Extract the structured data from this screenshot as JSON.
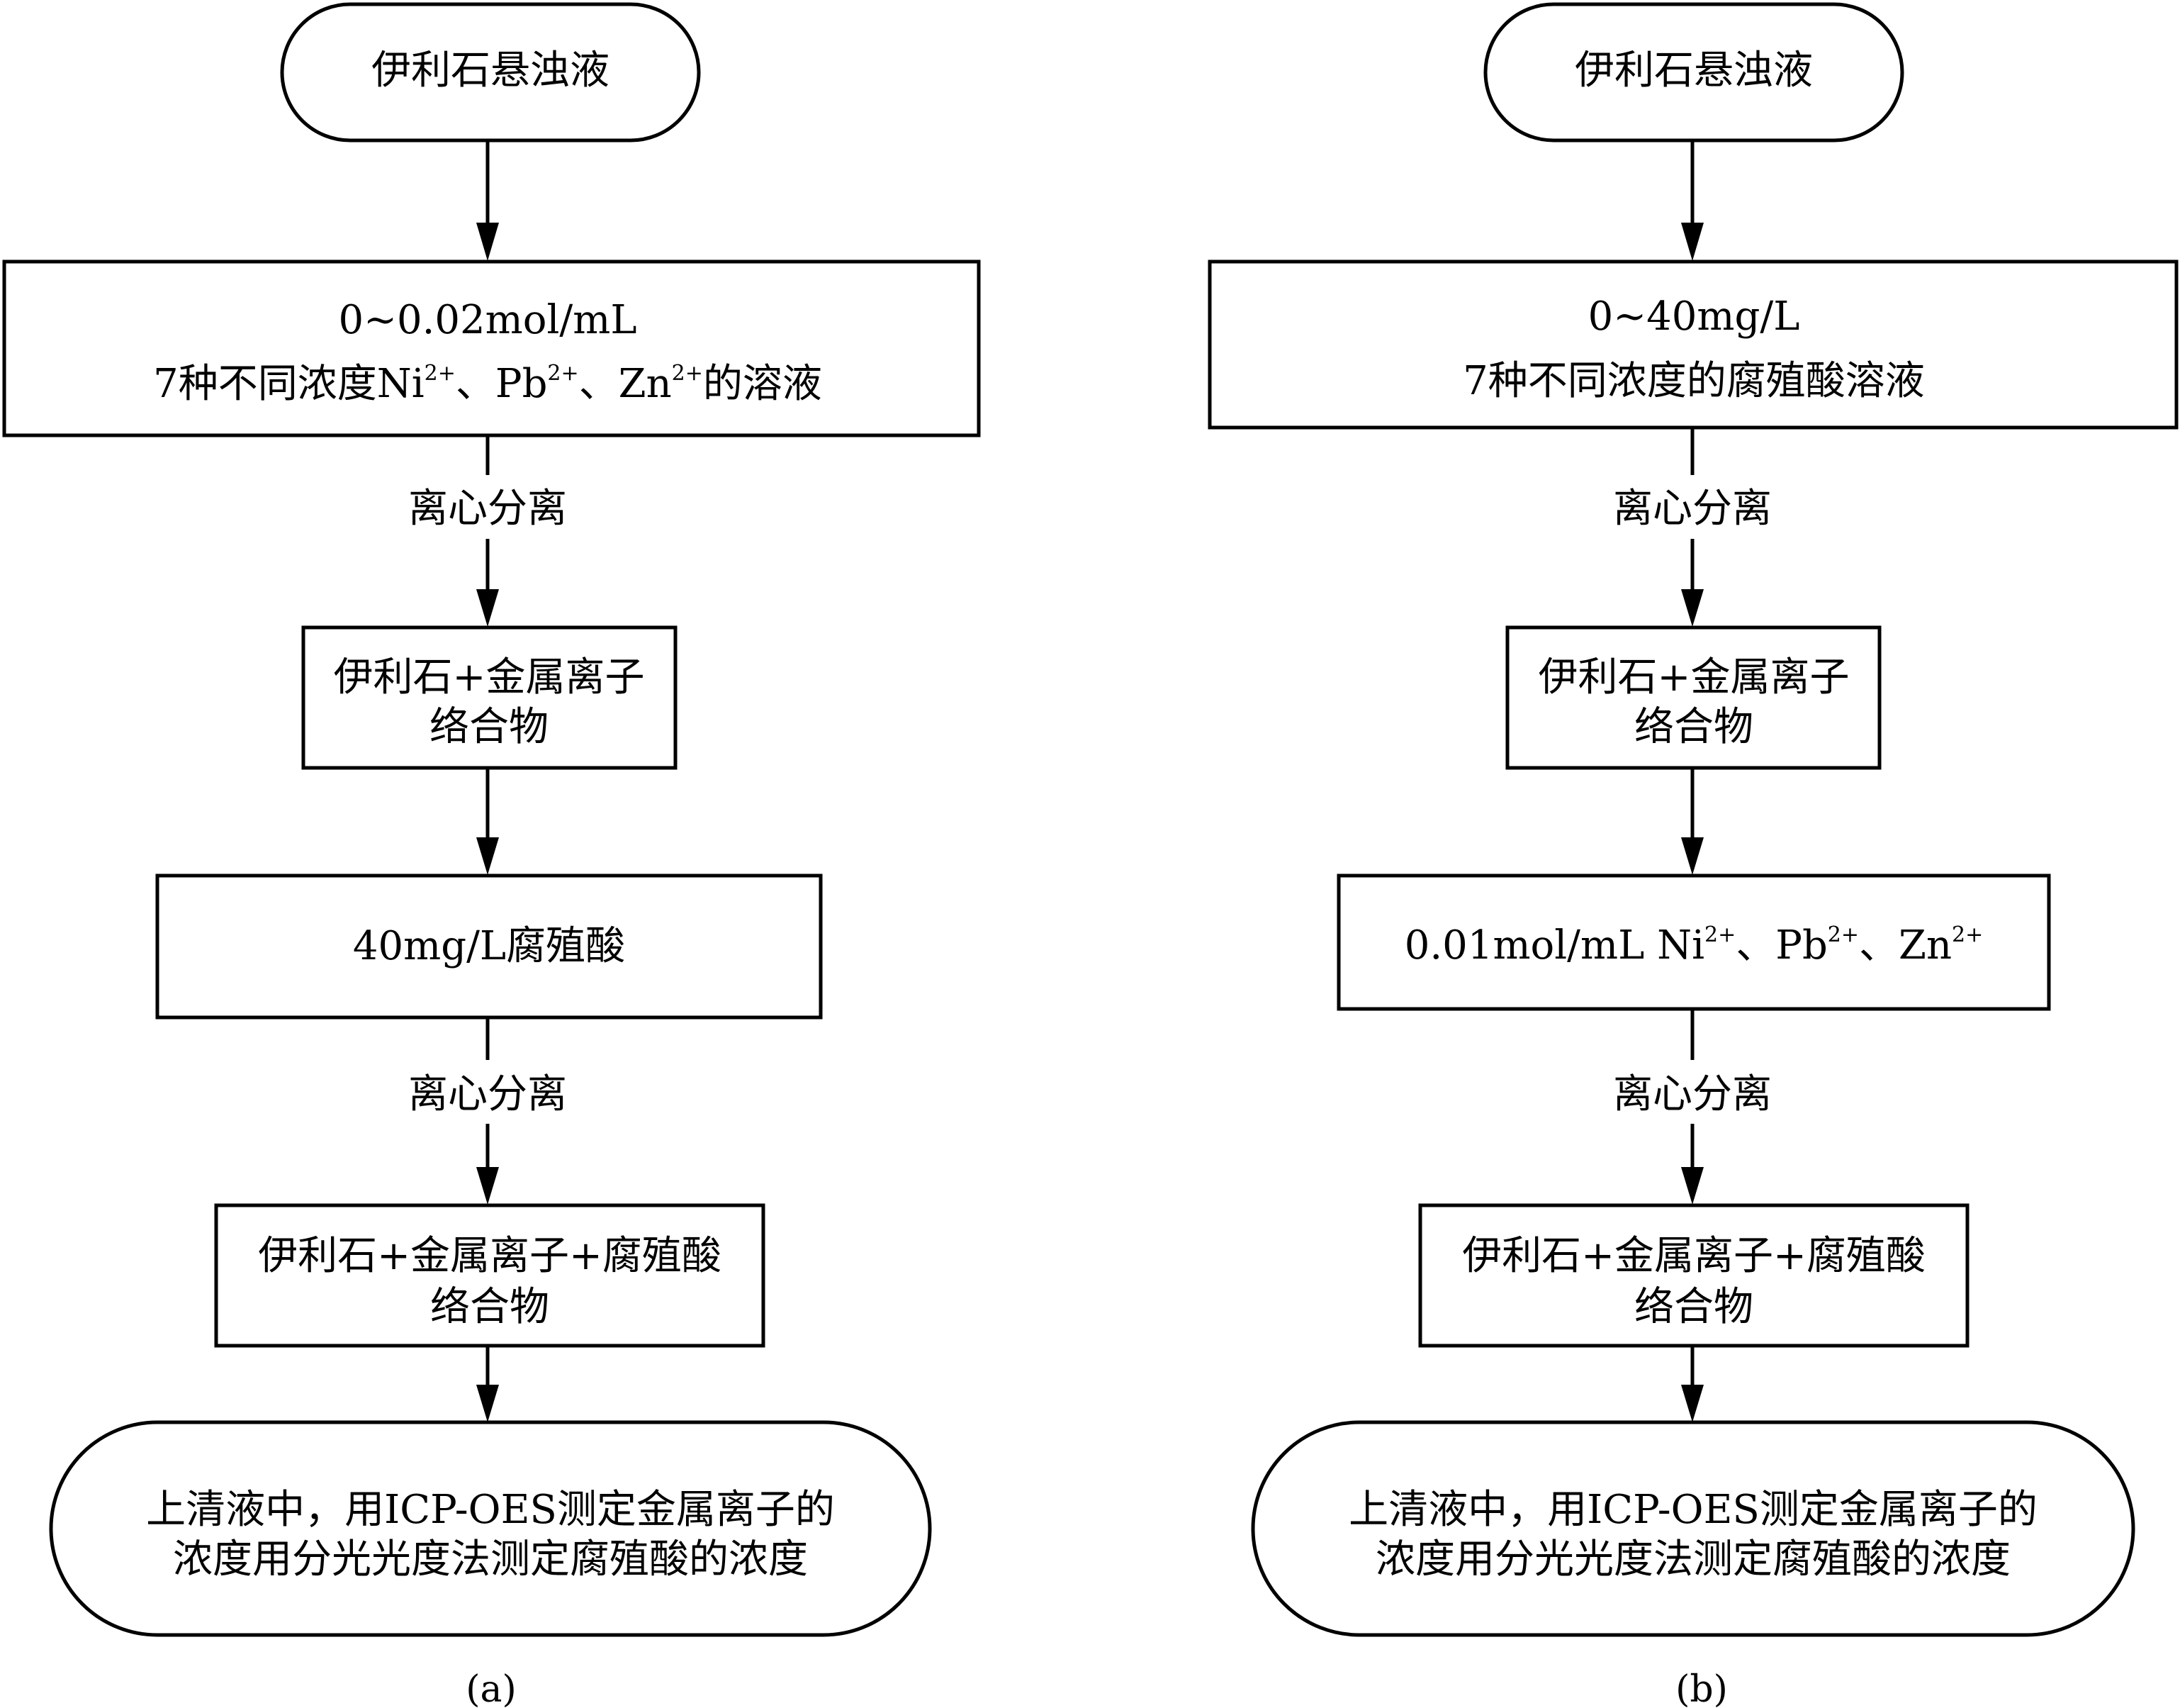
{
  "panel_a": {
    "caption": "(a)",
    "start": "伊利石悬浊液",
    "step1": {
      "line1": "0~0.02mol/mL",
      "line2": {
        "prefix": "7种不同浓度Ni",
        "sup1": "2+",
        "mid1": "、Pb",
        "sup2": "2+",
        "mid2": "、Zn",
        "sup3": "2+",
        "suffix": "的溶液"
      }
    },
    "edge_label_1": "离心分离",
    "step2": {
      "line1": "伊利石+金属离子",
      "line2": "络合物"
    },
    "step3": {
      "text": "40mg/L腐殖酸"
    },
    "edge_label_2": "离心分离",
    "step4": {
      "line1": "伊利石+金属离子+腐殖酸",
      "line2": "络合物"
    },
    "end": {
      "line1": "上清液中，用ICP-OES测定金属离子的",
      "line2": "浓度用分光光度法测定腐殖酸的浓度"
    }
  },
  "panel_b": {
    "caption": "(b)",
    "start": "伊利石悬浊液",
    "step1": {
      "line1": "0~40mg/L",
      "line2": "7种不同浓度的腐殖酸溶液"
    },
    "edge_label_1": "离心分离",
    "step2": {
      "line1": "伊利石+金属离子",
      "line2": "络合物"
    },
    "step3": {
      "prefix": "0.01mol/mL Ni",
      "sup1": "2+",
      "mid1": "、Pb",
      "sup2": "2+",
      "mid2": "、Zn",
      "sup3": "2+"
    },
    "edge_label_2": "离心分离",
    "step4": {
      "line1": "伊利石+金属离子+腐殖酸",
      "line2": "络合物"
    },
    "end": {
      "line1": "上清液中，用ICP-OES测定金属离子的",
      "line2": "浓度用分光光度法测定腐殖酸的浓度"
    }
  }
}
